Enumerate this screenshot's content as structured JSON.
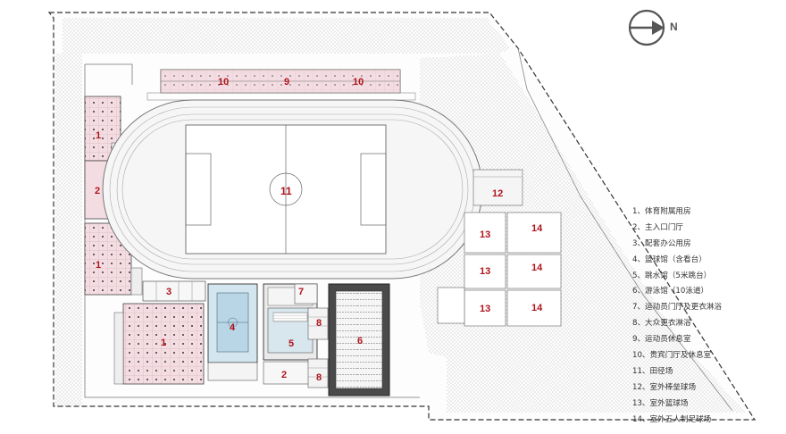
{
  "compass": {
    "icon": "north-arrow-icon",
    "label": "N"
  },
  "plan_labels": {
    "l1_top": "1",
    "l2": "2",
    "l1_mid": "1",
    "l1_bottom": "1",
    "l3": "3",
    "l4": "4",
    "l5": "5",
    "l6": "6",
    "l7": "7",
    "l8_top": "8",
    "l8_bottom": "8",
    "l2_bottom": "2",
    "l9": "9",
    "l10_left": "10",
    "l10_right": "10",
    "l11": "11",
    "l12": "12",
    "l13_a": "13",
    "l13_b": "13",
    "l13_c": "13",
    "l14_a": "14",
    "l14_b": "14",
    "l14_c": "14"
  },
  "legend": [
    "1、体育附属用房",
    "2、主入口门厅",
    "3、配套办公用房",
    "4、篮球馆（含看台）",
    "5、跳水馆（5米跳台）",
    "6、游泳馆（10泳道）",
    "7、运动员门厅及更衣淋浴",
    "8、大众更衣淋浴",
    "9、运动员休息室",
    "10、贵宾门厅及休息室",
    "11、田径场",
    "12、室外棒垒球场",
    "13、室外篮球场",
    "14、室外五人制足球场"
  ],
  "colors": {
    "ancillary": "#f4dde2",
    "basketball": "#d3e6ef",
    "pool": "#4a4a4a",
    "accent": "#b0141c"
  }
}
